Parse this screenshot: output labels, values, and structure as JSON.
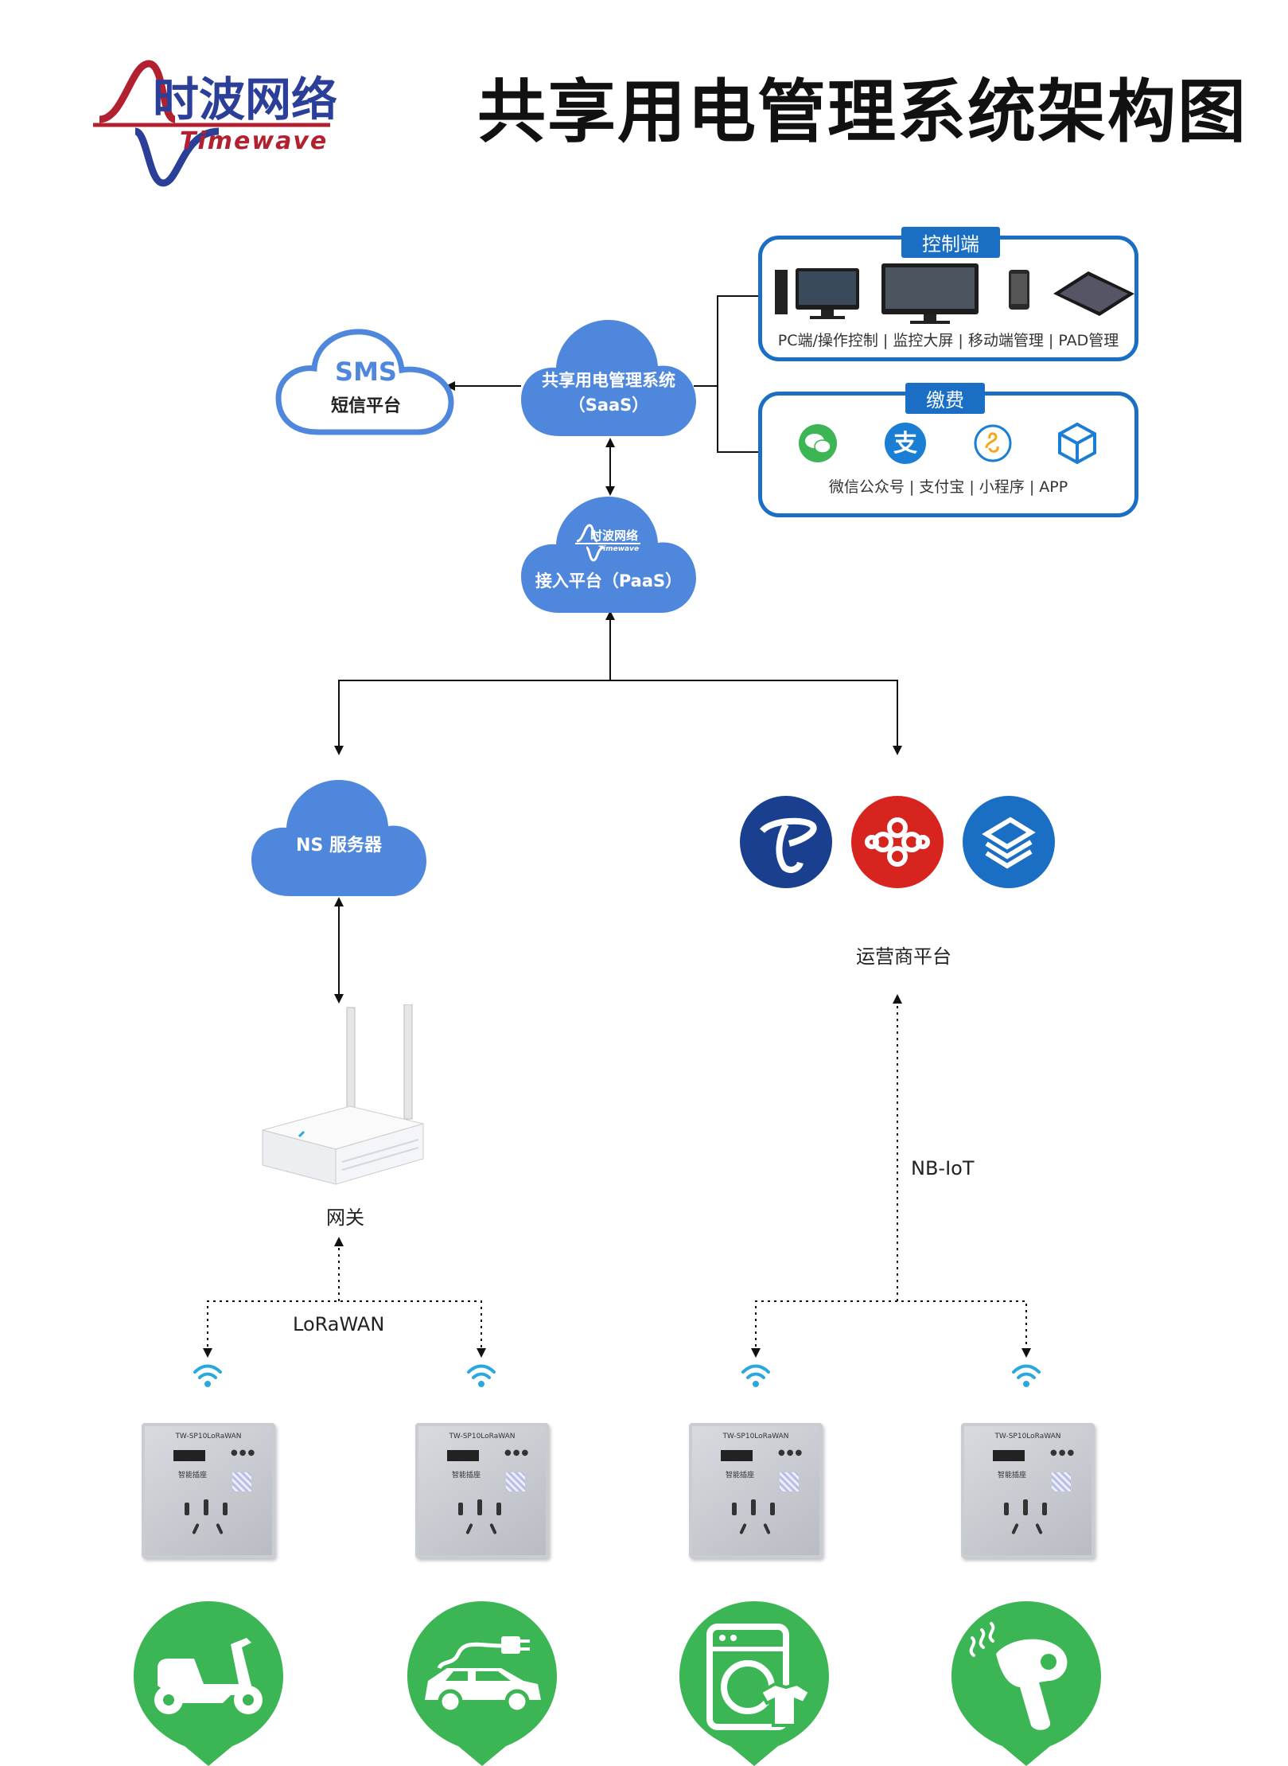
{
  "header": {
    "title": "共享用电管理系统架构图",
    "logo_cn": "时波网络",
    "logo_en": "Timewave"
  },
  "clouds": {
    "sms_title": "SMS",
    "sms_sub": "短信平台",
    "saas_title": "共享用电管理系统",
    "saas_sub": "（SaaS）",
    "paas_logo_cn": "时波网络",
    "paas_logo_en": "Timewave",
    "paas_title": "接入平台（PaaS）",
    "ns_title": "NS 服务器"
  },
  "panels": {
    "control_title": "控制端",
    "control_caption": "PC端/操作控制 | 监控大屏 | 移动端管理 | PAD管理",
    "pay_title": "缴费",
    "pay_caption": "微信公众号 | 支付宝 | 小程序 | APP"
  },
  "labels": {
    "carrier": "运营商平台",
    "nbiot": "NB-IoT",
    "gateway": "网关",
    "lorawan": "LoRaWAN"
  },
  "sockets": [
    {
      "model": "TW-SP10LoRaWAN",
      "label": "智能插座"
    },
    {
      "model": "TW-SP10LoRaWAN",
      "label": "智能插座"
    },
    {
      "model": "TW-SP10LoRaWAN",
      "label": "智能插座"
    },
    {
      "model": "TW-SP10LoRaWAN",
      "label": "智能插座"
    }
  ],
  "colors": {
    "cloud": "#4f87dd",
    "panel": "#1a6fc4",
    "pin": "#3cb554",
    "wifi": "#29a8e0",
    "telecom": "#1b3f8f",
    "unicom": "#d7241e",
    "mobile": "#1a6fc4"
  },
  "icons": {
    "scenes": [
      "scooter-icon",
      "ev-charging-icon",
      "washing-machine-icon",
      "hair-dryer-icon"
    ],
    "carriers": [
      "china-telecom-icon",
      "china-unicom-icon",
      "china-mobile-icon"
    ]
  }
}
